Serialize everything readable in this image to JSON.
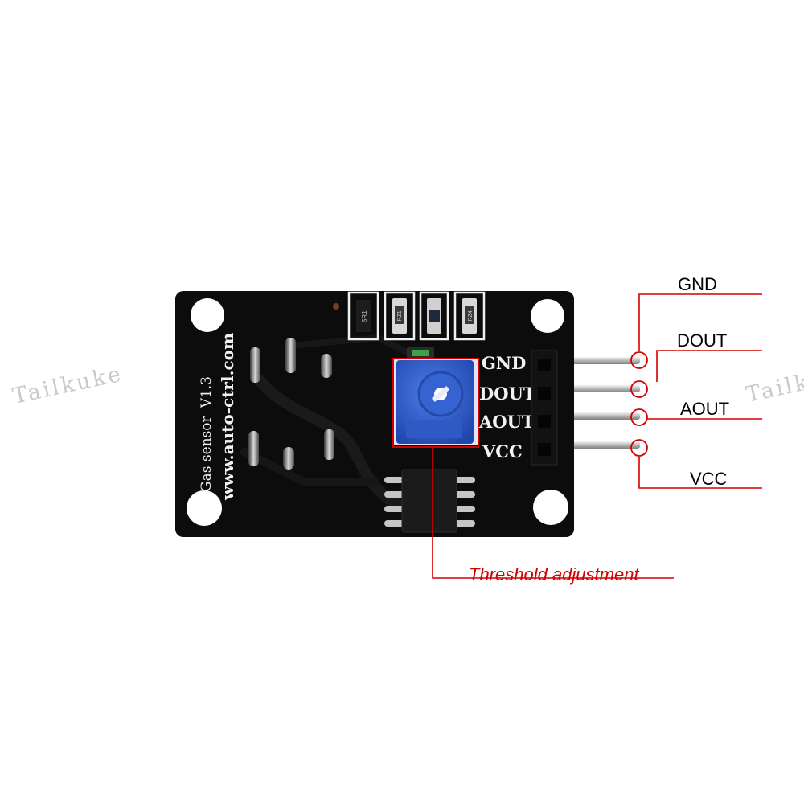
{
  "board": {
    "title": "Gas sensor",
    "version": "V1.3",
    "url": "www.auto-ctrl.com",
    "silk_pins": [
      "GND",
      "DOUT",
      "AOUT",
      "VCC"
    ],
    "smd_labels": [
      "SR1",
      "RZ1",
      "",
      "RZ4"
    ]
  },
  "callouts": {
    "pins": [
      "GND",
      "DOUT",
      "AOUT",
      "VCC"
    ],
    "threshold": "Threshold adjustment"
  },
  "watermark": "Tailkuke",
  "colors": {
    "callout": "#d40000",
    "board": "#0c0c0c",
    "potentiometer": "#2a5bd0",
    "silk": "#f2f2f2",
    "pin_metal": "#c9c9c9"
  }
}
